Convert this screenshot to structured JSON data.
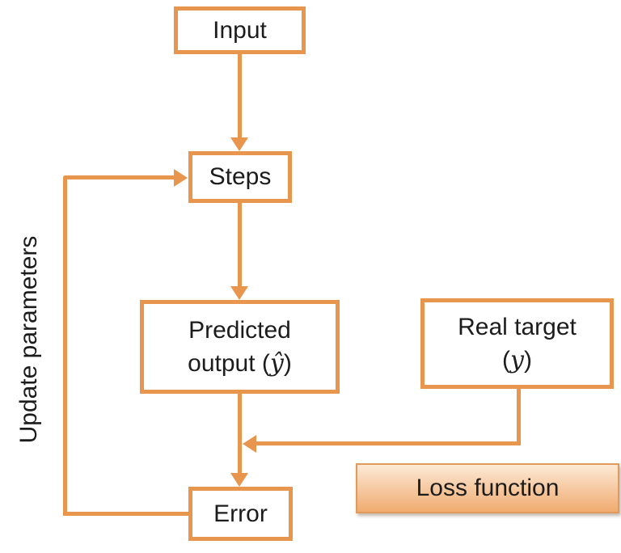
{
  "canvas": {
    "background": "#ffffff"
  },
  "colors": {
    "accent_orange": "#E8954E",
    "node_fill": "#ffffff",
    "text": "#1c1c1c",
    "loss_gradient_top": "#FCE9D5",
    "loss_gradient_bottom": "#F0AB70"
  },
  "nodes": {
    "input": {
      "label": "Input"
    },
    "steps": {
      "label": "Steps"
    },
    "predicted_output": {
      "line1": "Predicted",
      "line2_pre": "output (",
      "line2_var": "ŷ",
      "line2_post": ")"
    },
    "real_target": {
      "line1": "Real target",
      "line2_pre": "(",
      "line2_var": "y",
      "line2_post": ")"
    },
    "error": {
      "label": "Error"
    },
    "loss_function": {
      "label": "Loss function"
    }
  },
  "annotations": {
    "update_parameters": "Update parameters"
  }
}
